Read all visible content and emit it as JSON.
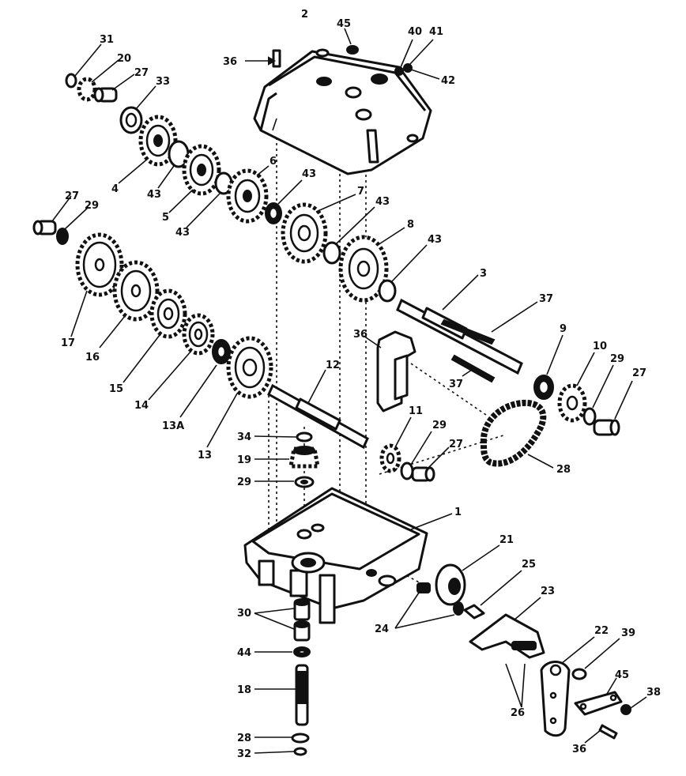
{
  "callouts": {
    "c1": "1",
    "c2": "2",
    "c3": "3",
    "c4": "4",
    "c5": "5",
    "c6": "6",
    "c7": "7",
    "c8": "8",
    "c9": "9",
    "c10": "10",
    "c11": "11",
    "c12": "12",
    "c13": "13",
    "c13a": "13A",
    "c14": "14",
    "c15": "15",
    "c16": "16",
    "c17": "17",
    "c18": "18",
    "c19": "19",
    "c20": "20",
    "c21": "21",
    "c22": "22",
    "c23": "23",
    "c24": "24",
    "c25": "25",
    "c26": "26",
    "c27a": "27",
    "c27b": "27",
    "c27c": "27",
    "c27d": "27",
    "c28": "28",
    "c28b": "28",
    "c29a": "29",
    "c29b": "29",
    "c29c": "29",
    "c29d": "29",
    "c30": "30",
    "c31": "31",
    "c32": "32",
    "c33": "33",
    "c34": "34",
    "c36a": "36",
    "c36b": "36",
    "c37a": "37",
    "c37b": "37",
    "c38": "38",
    "c39": "39",
    "c40": "40",
    "c41": "41",
    "c42": "42",
    "c43a": "43",
    "c43b": "43",
    "c43c": "43",
    "c43d": "43",
    "c43e": "43",
    "c44": "44",
    "c45a": "45",
    "c45b": "45"
  },
  "colors": {
    "ink": "#111111",
    "paper": "#ffffff"
  }
}
